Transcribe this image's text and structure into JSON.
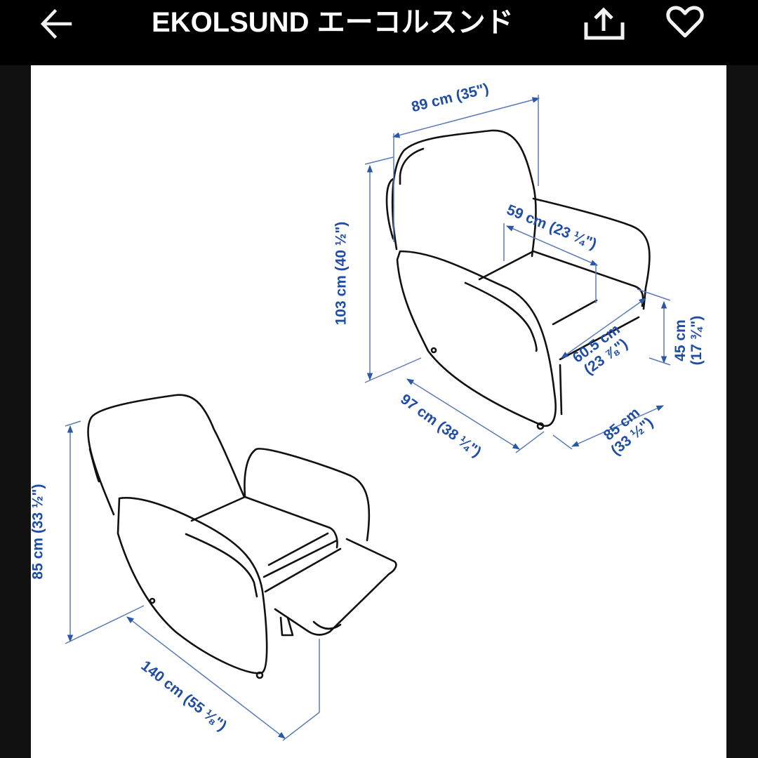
{
  "header": {
    "title": "EKOLSUND エーコルスンド",
    "back_icon": "arrow-left-icon",
    "share_icon": "share-upload-icon",
    "favorite_icon": "heart-outline-icon"
  },
  "colors": {
    "header_bg": "#000000",
    "header_text": "#ffffff",
    "dimension_text": "#1f4da6",
    "dimension_line": "#5a7bb5",
    "drawing_line": "#111111"
  },
  "image": {
    "description": "Dimension drawing of recliner armchair",
    "upright_chair": {
      "width": "89 cm (35\")",
      "inner_width": "59 cm (23 ¼\")",
      "height": "103 cm (40 ½\")",
      "seat_depth_line1": "60.5 cm",
      "seat_depth_line2": "(23 ⅞\")",
      "seat_height_line1": "45 cm",
      "seat_height_line2": "(17 ¾\")",
      "depth": "97 cm (38 ¼\")",
      "side_line1": "85 cm",
      "side_line2": "(33 ½\")"
    },
    "reclined_chair": {
      "height": "85 cm (33 ½\")",
      "length": "140 cm (55 ⅛\")"
    }
  }
}
